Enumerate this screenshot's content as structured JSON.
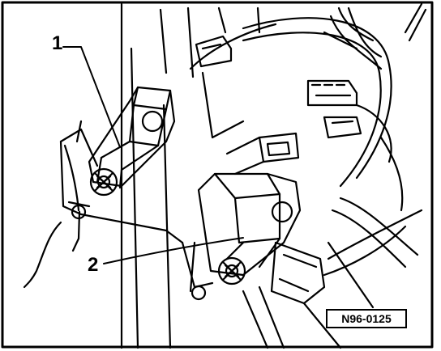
{
  "callouts": [
    {
      "id": "1",
      "label": "1"
    },
    {
      "id": "2",
      "label": "2"
    }
  ],
  "figure_code": "N96-0125",
  "colors": {
    "ink": "#000000",
    "paper": "#ffffff"
  }
}
